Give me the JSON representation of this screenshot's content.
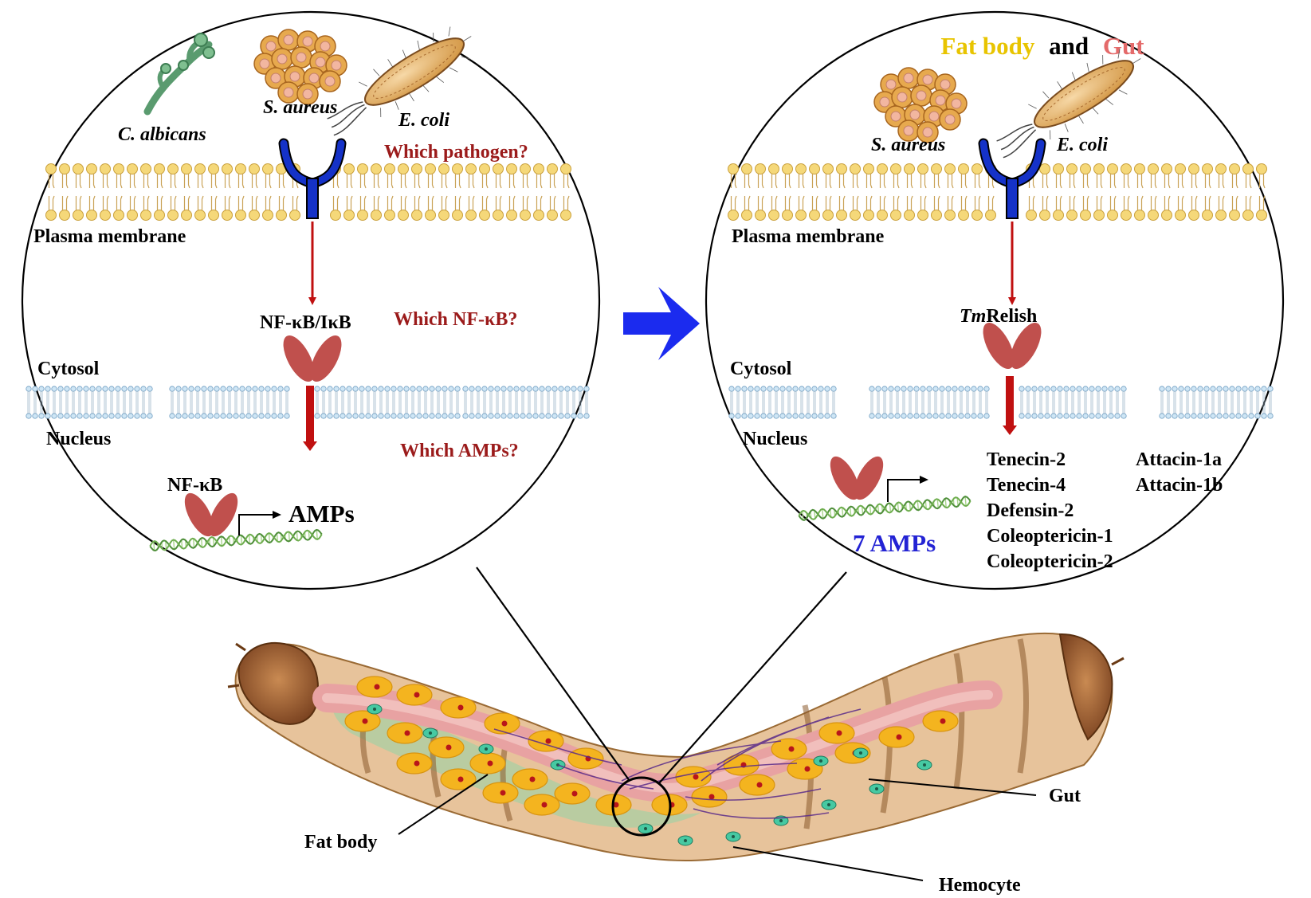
{
  "left": {
    "pathogens": {
      "calbicans": "C. albicans",
      "saureus": "S. aureus",
      "ecoli": "E. coli"
    },
    "q_pathogen": "Which pathogen?",
    "plasma_membrane": "Plasma membrane",
    "nfkb_ikb": "NF-κB/IκB",
    "q_nfkb": "Which NF-κB?",
    "cytosol": "Cytosol",
    "nucleus": "Nucleus",
    "q_amps": "Which AMPs?",
    "nfkb": "NF-κB",
    "amps": "AMPs"
  },
  "right": {
    "title_fat": "Fat body",
    "title_and": "and",
    "title_gut": "Gut",
    "saureus": "S. aureus",
    "ecoli": "E. coli",
    "plasma_membrane": "Plasma membrane",
    "relish_prefix": "Tm",
    "relish": "Relish",
    "cytosol": "Cytosol",
    "nucleus": "Nucleus",
    "amp_count": "7 AMPs",
    "amp_list_1": [
      "Tenecin-2",
      "Tenecin-4",
      "Defensin-2",
      "Coleoptericin-1",
      "Coleoptericin-2"
    ],
    "amp_list_2": [
      "Attacin-1a",
      "Attacin-1b"
    ]
  },
  "larva": {
    "fat_body": "Fat body",
    "gut": "Gut",
    "hemocyte": "Hemocyte"
  },
  "colors": {
    "question_red": "#9b1b1b",
    "arrow_blue": "#1b2bef",
    "fat_body_yellow": "#e8c400",
    "gut_pink": "#e46a6a",
    "amp_count_blue": "#2323d4",
    "receptor_blue": "#1532c8",
    "nfkb_red": "#c0504d",
    "pathway_red": "#c01010"
  }
}
